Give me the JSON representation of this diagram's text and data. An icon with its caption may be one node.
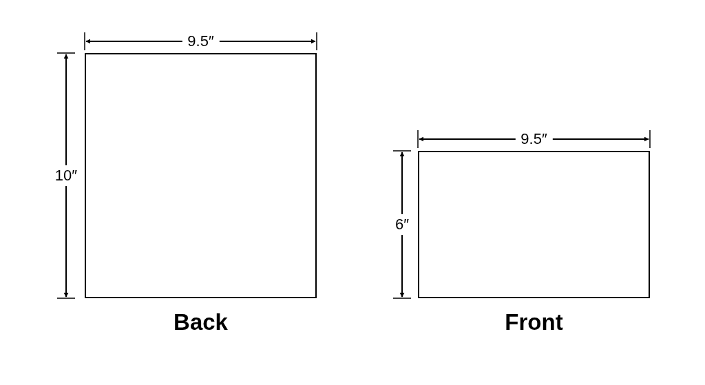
{
  "diagram": {
    "nodes": [
      {
        "text": [
          "Back"
        ]
      },
      {
        "text": [
          "Front"
        ]
      }
    ],
    "labels": [
      "9.5″",
      "10″",
      "9.5″",
      "6″"
    ]
  }
}
